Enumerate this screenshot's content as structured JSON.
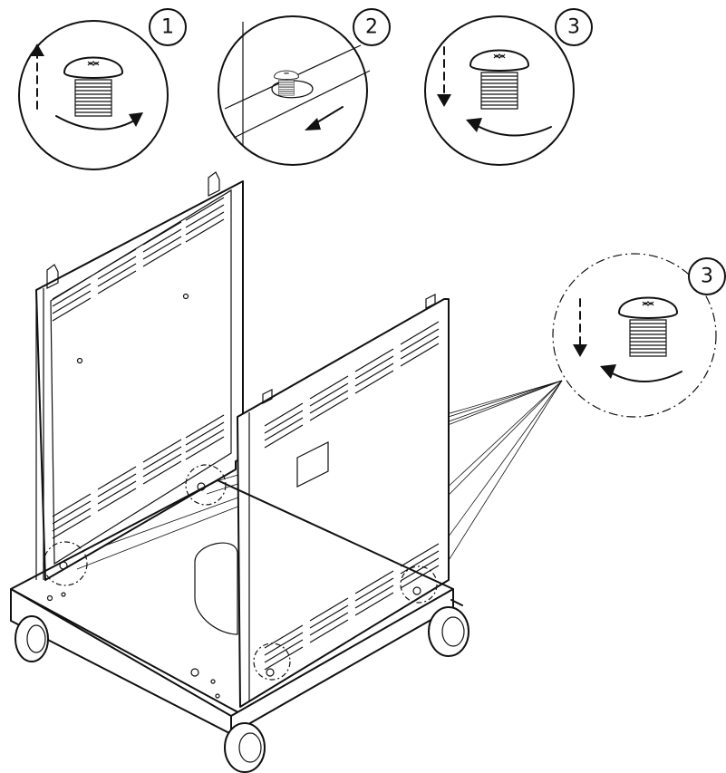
{
  "steps": [
    {
      "number": "1",
      "motion": "lift-and-rotate-clockwise"
    },
    {
      "number": "2",
      "motion": "slide-into-keyhole"
    },
    {
      "number": "3",
      "motion": "lower-and-rotate-counterclockwise"
    }
  ],
  "detail_callout": {
    "number": "3"
  },
  "colors": {
    "line": "#111111",
    "background": "#ffffff"
  }
}
